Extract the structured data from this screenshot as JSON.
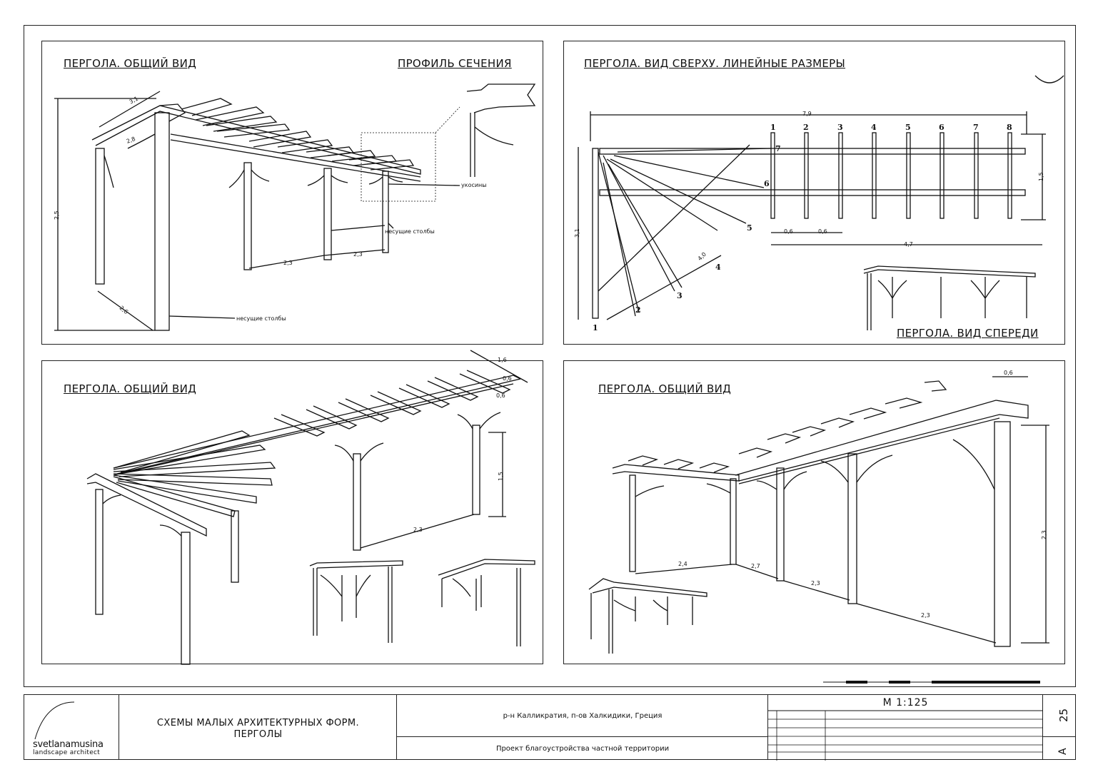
{
  "panels": {
    "p1": {
      "title": "ПЕРГОЛА. ОБЩИЙ ВИД",
      "title2": "ПРОФИЛЬ СЕЧЕНИЯ",
      "dims": [
        "3,1",
        "2,5",
        "2,6",
        "2,3",
        "2,3",
        "2,8"
      ],
      "notes": [
        "укосины",
        "несущие столбы",
        "несущие столбы"
      ]
    },
    "p2": {
      "title": "ПЕРГОЛА. ВИД СВЕРХУ. ЛИНЕЙНЫЕ РАЗМЕРЫ",
      "title2": "ПЕРГОЛА. ВИД СПЕРЕДИ",
      "dims": [
        "7,9",
        "3,1",
        "1,5",
        "0,6",
        "0,6",
        "4,7",
        "4,0"
      ],
      "top_numbers": [
        "1",
        "2",
        "3",
        "4",
        "5",
        "6",
        "7",
        "8"
      ],
      "fan_numbers": [
        "1",
        "2",
        "3",
        "4",
        "5",
        "6",
        "7"
      ]
    },
    "p3": {
      "title": "ПЕРГОЛА. ОБЩИЙ ВИД",
      "dims": [
        "1,6",
        "0,6",
        "0,6",
        "1,5",
        "2,3"
      ]
    },
    "p4": {
      "title": "ПЕРГОЛА. ОБЩИЙ ВИД",
      "dims": [
        "0,6",
        "2,3",
        "2,4",
        "2,7",
        "2,3",
        "2,3"
      ]
    }
  },
  "stamp": {
    "logo_name": "svetlanamusina",
    "logo_sub": "landscape architect",
    "title_line1": "СХЕМЫ МАЛЫХ АРХИТЕКТУРНЫХ ФОРМ.",
    "title_line2": "ПЕРГОЛЫ",
    "location": "р-н Калликратия, п-ов Халкидики, Греция",
    "project": "Проект благоустройства частной территории",
    "scale": "М 1:125",
    "sheet_number": "25",
    "format": "А"
  }
}
